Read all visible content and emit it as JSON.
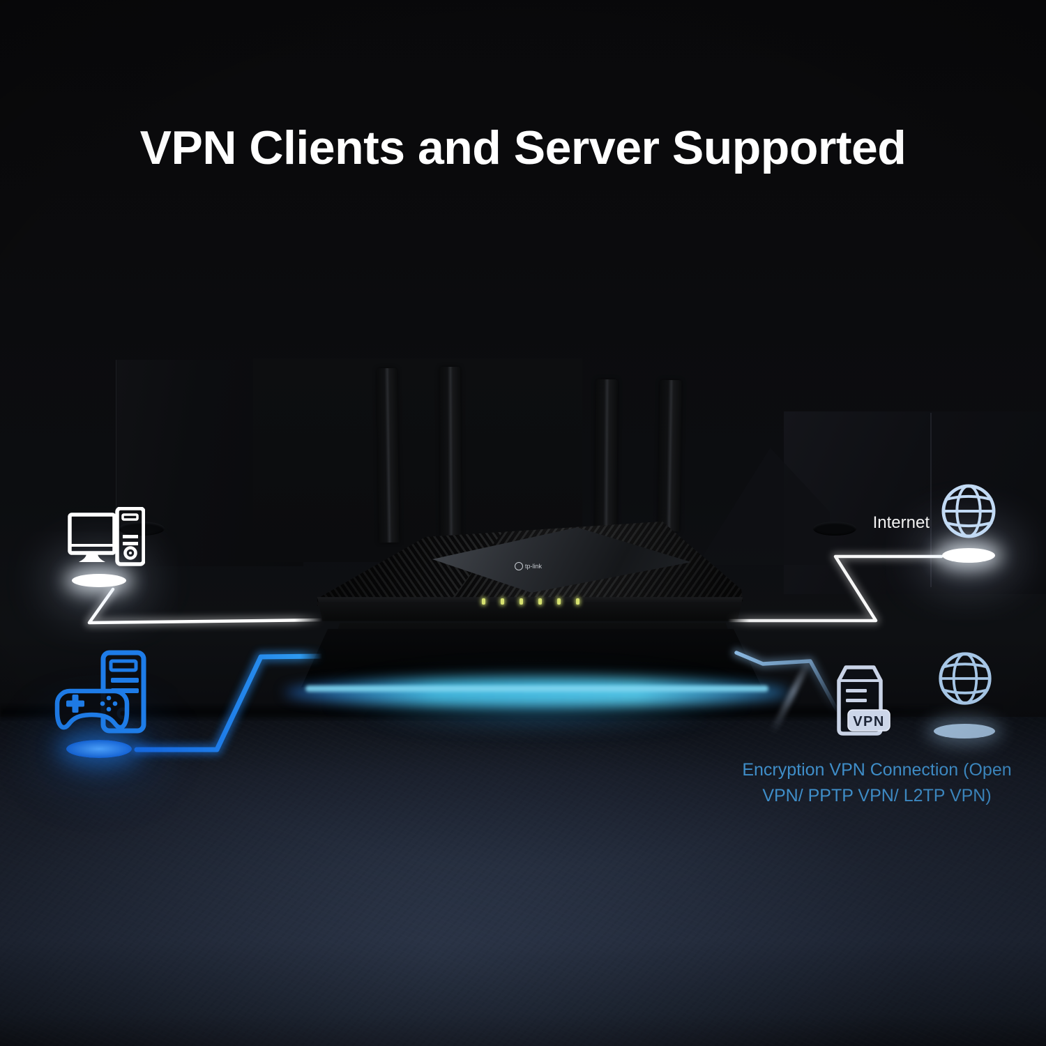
{
  "title": "VPN Clients and Server Supported",
  "router": {
    "brand_logo": "tp-link",
    "led_count": 6
  },
  "nodes": {
    "computer": {},
    "gaming_pc": {},
    "internet": {
      "label": "Internet"
    },
    "vpn_server": {
      "badge": "VPN"
    },
    "remote_globe": {}
  },
  "caption": {
    "line1": "Encryption VPN Connection (Open",
    "line2": "VPN/ PPTP VPN/ L2TP VPN)"
  },
  "colors": {
    "icon_white": "#ffffff",
    "icon_blue": "#1e7ce8",
    "globe_light_blue": "#c2daf4",
    "globe_dim_blue": "#a6c6e6",
    "server_lavender": "#c9d3e6",
    "caption_blue": "#3f8ec9",
    "platform_glow": "#55c3e8",
    "led_green": "#d6e170"
  }
}
